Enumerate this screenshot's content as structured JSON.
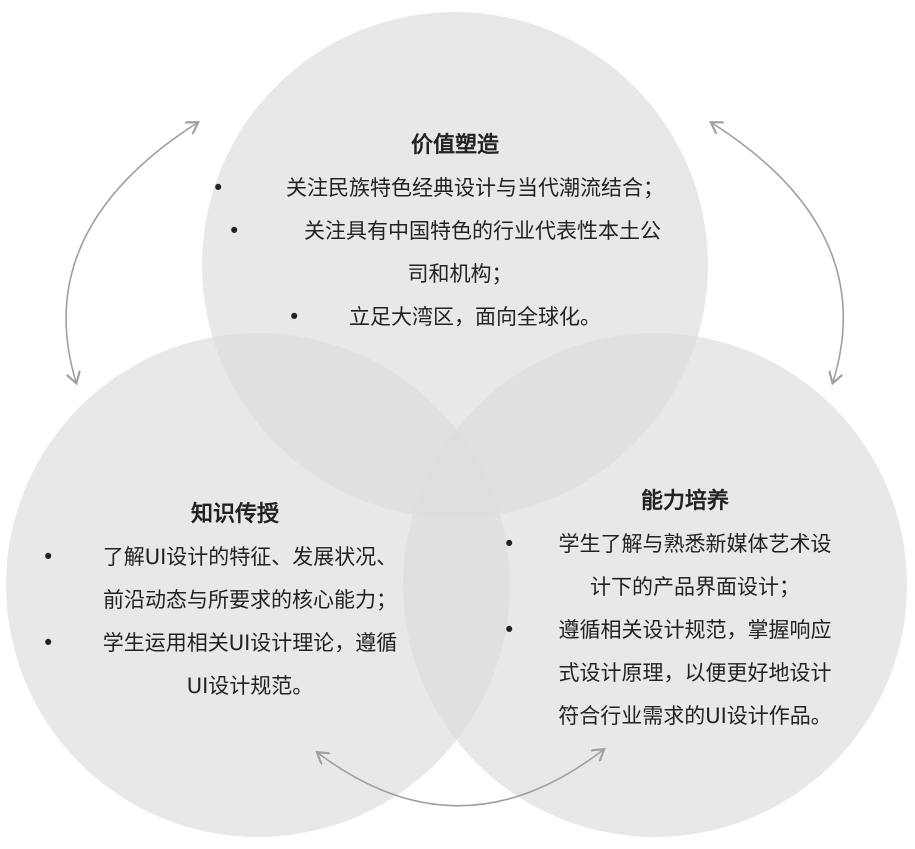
{
  "colors": {
    "circle": "#dcdcdc",
    "arrow": "#a0a0a0",
    "text": "#222222"
  },
  "top": {
    "title": "价值塑造",
    "items": [
      {
        "bullet": "•",
        "lines": [
          "关注民族特色经典设计与当代潮流结合；"
        ]
      },
      {
        "bullet": "•",
        "lines": [
          "关注具有中国特色的行业代表性本土公",
          "司和机构；"
        ]
      },
      {
        "bullet": "•",
        "lines": [
          "立足大湾区，面向全球化。"
        ]
      }
    ]
  },
  "left": {
    "title": "知识传授",
    "items": [
      {
        "bullet": "•",
        "lines": [
          "了解UI设计的特征、发展状况、",
          "前沿动态与所要求的核心能力；"
        ]
      },
      {
        "bullet": "•",
        "lines": [
          "学生运用相关UI设计理论，遵循",
          "UI设计规范。"
        ]
      }
    ]
  },
  "right": {
    "title": "能力培养",
    "items": [
      {
        "bullet": "•",
        "lines": [
          "学生了解与熟悉新媒体艺术设",
          "计下的产品界面设计；"
        ]
      },
      {
        "bullet": "•",
        "lines": [
          "遵循相关设计规范，掌握响应",
          "式设计原理，以便更好地设计",
          "符合行业需求的UI设计作品。"
        ]
      }
    ]
  }
}
